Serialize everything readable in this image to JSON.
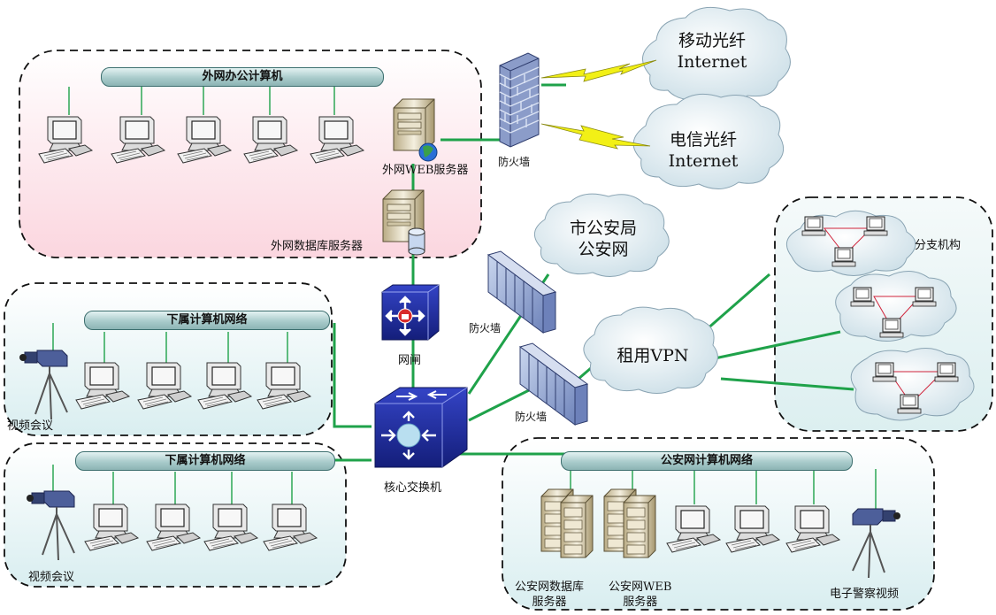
{
  "zones": {
    "office": {
      "bus_label": "外网办公计算机",
      "web_server": "外网WEB服务器",
      "db_server": "外网数据库服务器"
    },
    "sub1": {
      "bus_label": "下属计算机网络",
      "camera": "视频会议"
    },
    "sub2": {
      "bus_label": "下属计算机网络",
      "camera": "视频会议"
    },
    "police": {
      "bus_label": "公安网计算机网络",
      "db_server_line1": "公安网数据库",
      "db_server_line2": "服务器",
      "web_server_line1": "公安网WEB",
      "web_server_line2": "服务器",
      "camera": "电子警察视频"
    },
    "branch": {
      "label": "分支机构"
    }
  },
  "clouds": {
    "mobile": {
      "line1": "移动光纤",
      "line2": "Internet"
    },
    "telecom": {
      "line1": "电信光纤",
      "line2": "Internet"
    },
    "city_police": {
      "line1": "市公安局",
      "line2": "公安网"
    },
    "vpn": {
      "line1": "租用VPN"
    }
  },
  "devices": {
    "firewall_top": "防火墙",
    "firewall_mid": "防火墙",
    "firewall_low": "防火墙",
    "gateway": "网闸",
    "core_switch": "核心交换机"
  },
  "colors": {
    "link": "#1fa24a",
    "zone_pink": "#fbdfe6",
    "zone_teal": "#dff0f1",
    "switch": "#1c2a9a",
    "lightning": "#f2f016"
  }
}
